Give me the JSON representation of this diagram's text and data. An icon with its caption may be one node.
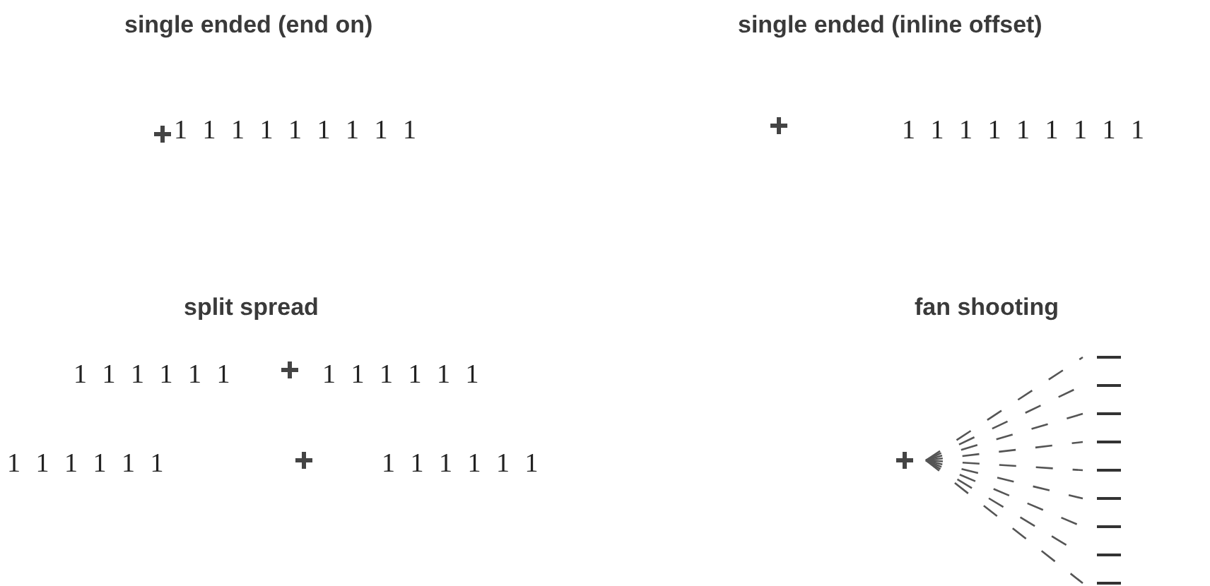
{
  "diagram": {
    "labels": [
      "single ended (end on)",
      "single ended (inline offset)",
      "1 1 1 1 1 1 1 1 1",
      "1 1 1 1 1 1 1 1 1",
      "split spread",
      "fan shooting",
      "1 1 1 1 1 1",
      "1 1 1 1 1 1",
      "1 1 1 1 1 1",
      "1 1 1 1 1 1"
    ]
  }
}
